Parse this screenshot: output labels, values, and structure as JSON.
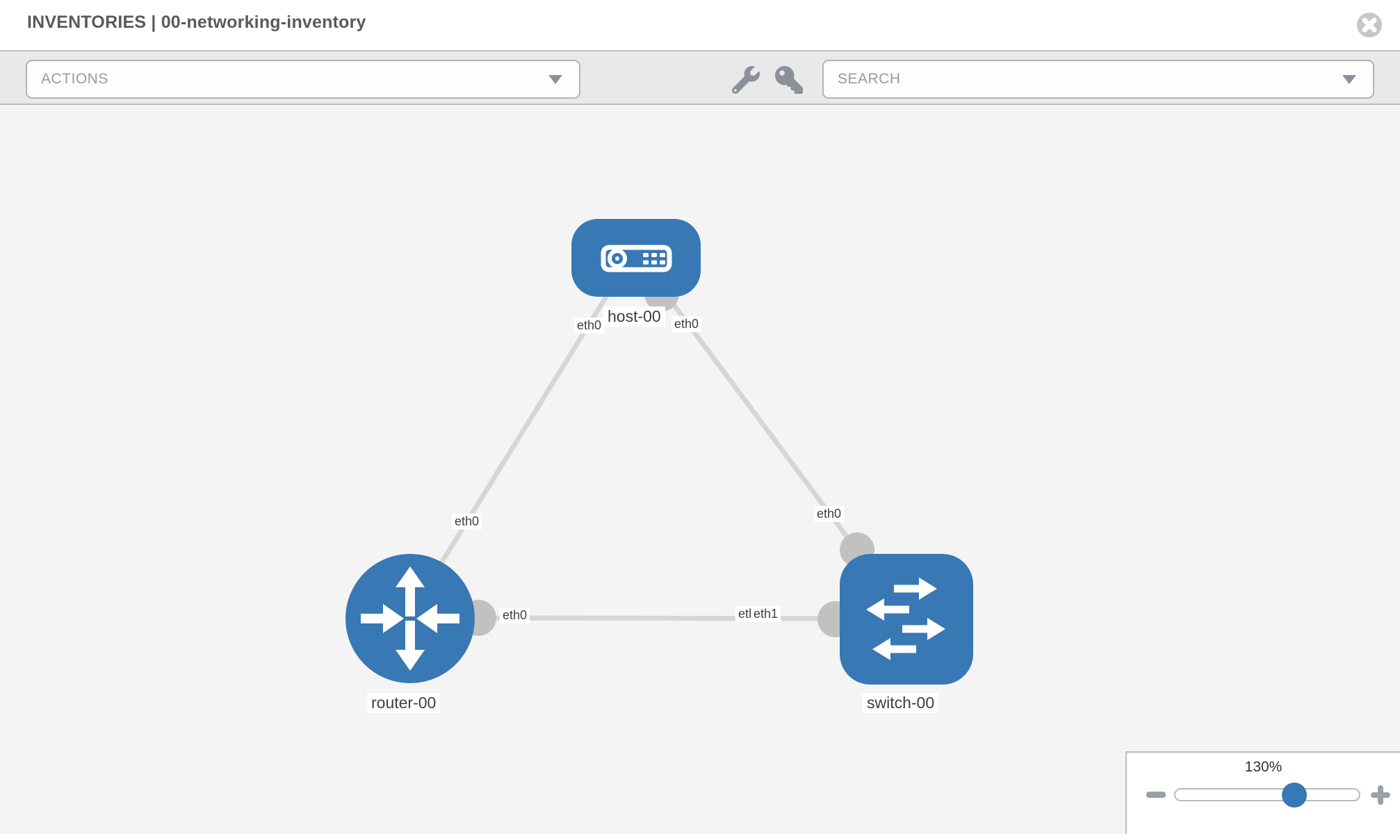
{
  "colors": {
    "node_blue": "#3878b4",
    "link_gray": "#d6d6d6",
    "port_gray": "#c1c1c1",
    "toolbar_bg": "#e9e9e9"
  },
  "header": {
    "title": "INVENTORIES | 00-networking-inventory"
  },
  "toolbar": {
    "actions_placeholder": "ACTIONS",
    "search_placeholder": "SEARCH"
  },
  "topology": {
    "nodes": [
      {
        "label": "host-00",
        "type": "host"
      },
      {
        "label": "router-00",
        "type": "router"
      },
      {
        "label": "switch-00",
        "type": "switch"
      }
    ],
    "links": [
      {
        "from": "host-00",
        "from_iface": "eth0",
        "to": "router-00",
        "to_iface": "eth0"
      },
      {
        "from": "host-00",
        "from_iface": "eth0",
        "to": "switch-00",
        "to_iface": "eth0"
      },
      {
        "from": "router-00",
        "from_iface": "eth0",
        "to": "switch-00",
        "to_iface": "eth1",
        "to_iface_overlapped": "eth0"
      }
    ]
  },
  "zoom_control": {
    "level": "130%",
    "percent": 64.6
  }
}
